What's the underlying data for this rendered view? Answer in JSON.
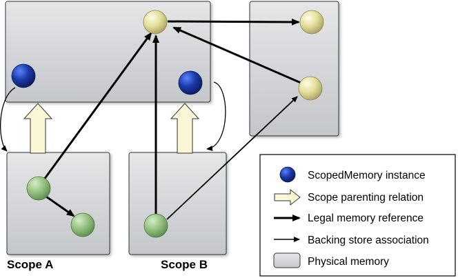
{
  "labels": {
    "scope_a": "Scope A",
    "scope_b": "Scope B"
  },
  "legend": {
    "scoped_memory_instance": "ScopedMemory instance",
    "scope_parenting_relation": "Scope parenting relation",
    "legal_memory_reference": "Legal memory reference",
    "backing_store_association": "Backing store association",
    "physical_memory": "Physical  memory"
  },
  "colors": {
    "physical_memory_fill": "#d3d6d8",
    "scoped_memory_node": "#1a3aa8",
    "object_node_yellow": "#e8e2a0",
    "object_node_green": "#9ec58a",
    "parenting_arrow_fill": "#fbf7d6",
    "reference_arrow": "#000000"
  }
}
